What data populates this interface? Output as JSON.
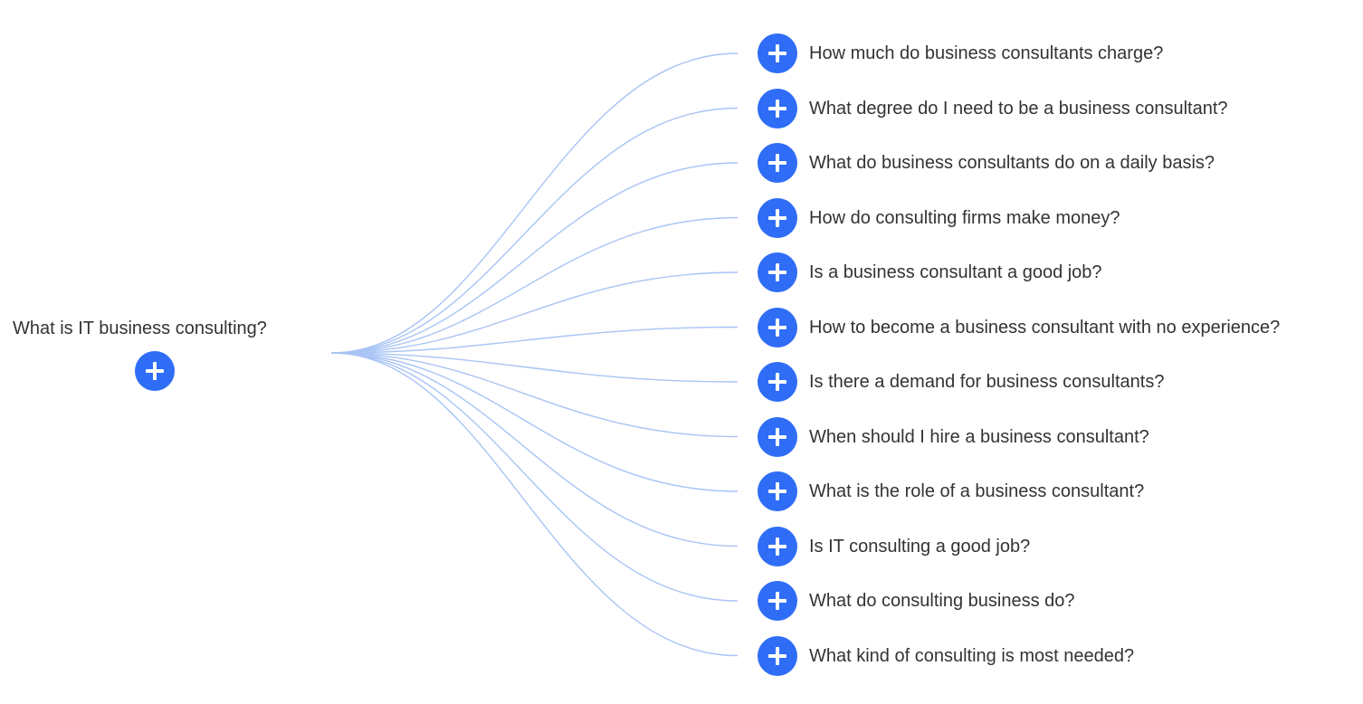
{
  "root": {
    "label": "What is IT business consulting?",
    "button_icon": "plus-icon"
  },
  "branches": [
    {
      "label": "How much do business consultants charge?"
    },
    {
      "label": "What degree do I need to be a business consultant?"
    },
    {
      "label": "What do business consultants do on a daily basis?"
    },
    {
      "label": "How do consulting firms make money?"
    },
    {
      "label": "Is a business consultant a good job?"
    },
    {
      "label": "How to become a business consultant with no experience?"
    },
    {
      "label": "Is there a demand for business consultants?"
    },
    {
      "label": "When should I hire a business consultant?"
    },
    {
      "label": "What is the role of a business consultant?"
    },
    {
      "label": "Is IT consulting a good job?"
    },
    {
      "label": "What do consulting business do?"
    },
    {
      "label": "What kind of consulting is most needed?"
    }
  ],
  "colors": {
    "button": "#2f6df6",
    "connector": "#a9c4f5",
    "text": "#333333"
  }
}
